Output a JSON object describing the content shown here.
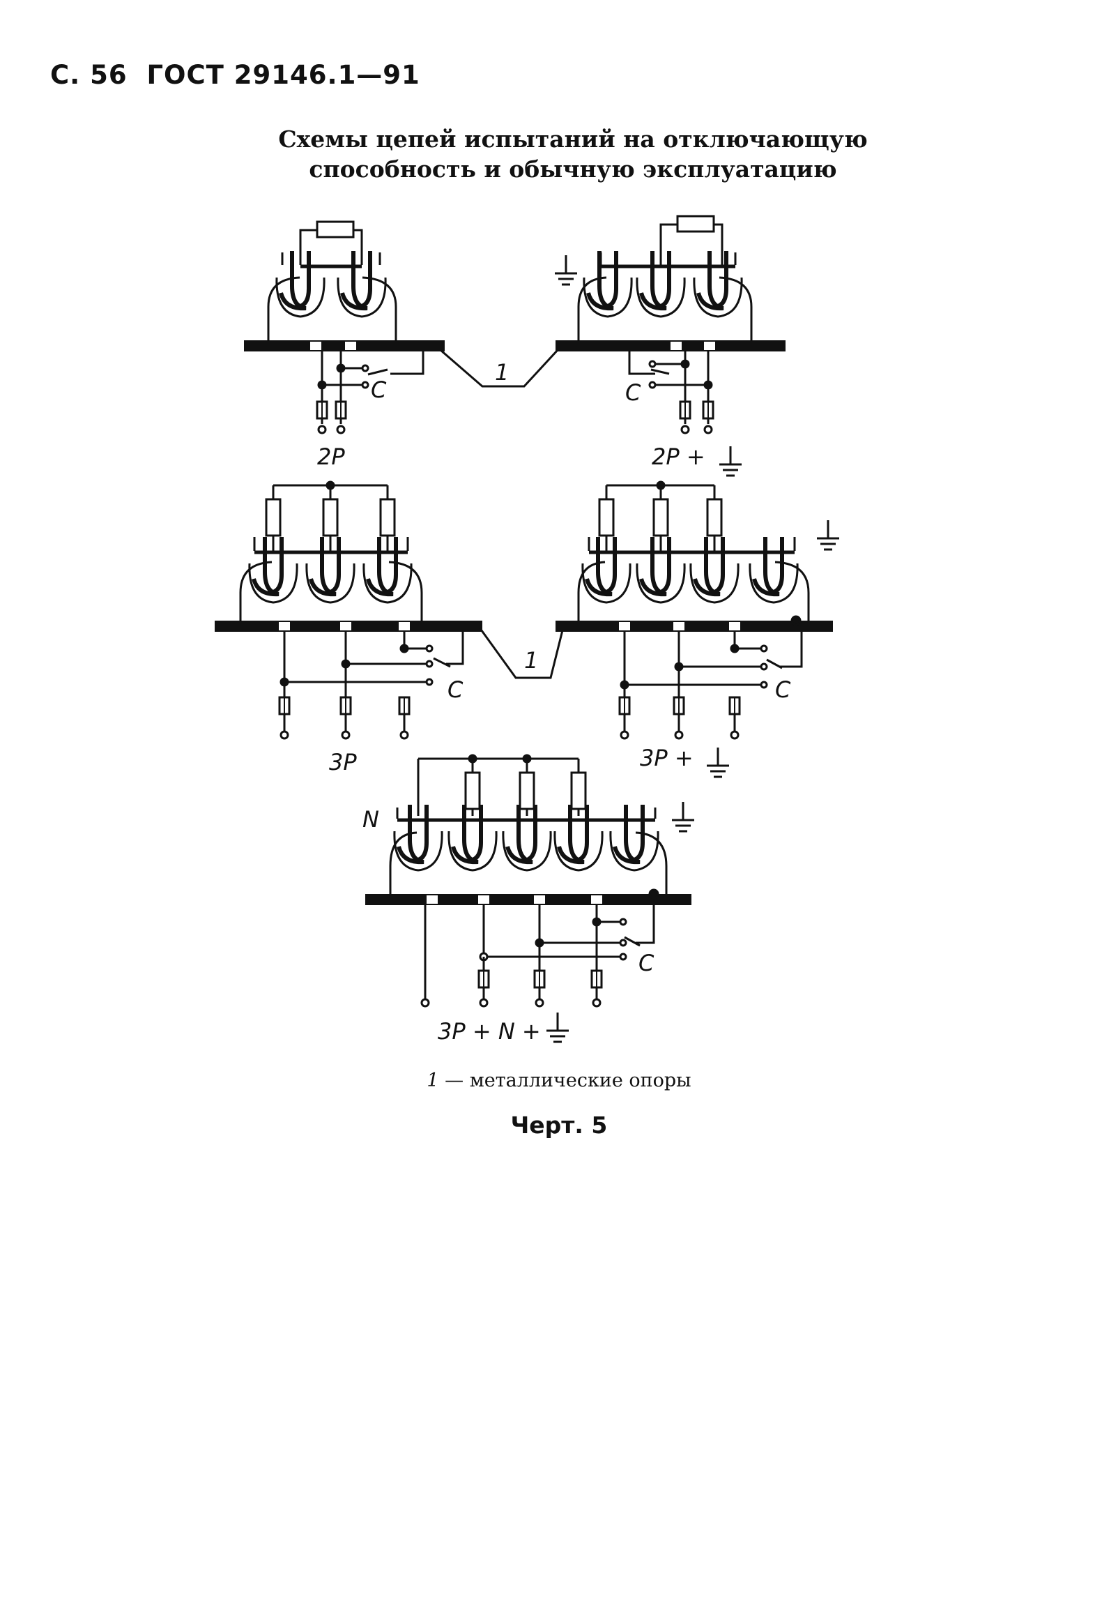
{
  "header": {
    "page": "С. 56",
    "standard": "ГОСТ 29146.1—91"
  },
  "title": {
    "line1": "Схемы цепей испытаний на отключающую",
    "line2": "способность и обычную эксплуатацию"
  },
  "diagram": {
    "support_callout": "1",
    "contact_label": "C",
    "neutral_label": "N",
    "config_labels": {
      "two_pole": "2P",
      "two_pole_earth": "2P +",
      "three_pole": "3P",
      "three_pole_earth": "3P +",
      "three_pole_neutral_earth": "3P + N +"
    }
  },
  "legend": {
    "number": "1",
    "text": "— металлические опоры"
  },
  "caption": "Черт. 5"
}
